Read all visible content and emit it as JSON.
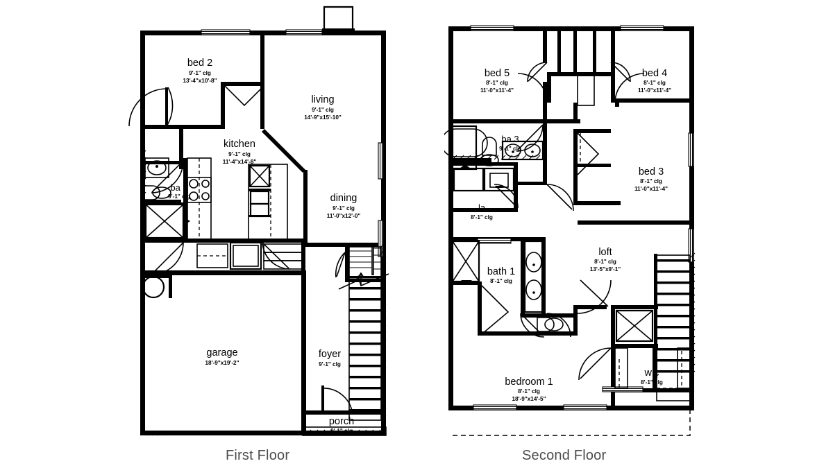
{
  "page": {
    "type": "residential-floor-plan",
    "background": "#ffffff",
    "line_color": "#000000",
    "title_color": "#4c4c4c"
  },
  "floors": [
    {
      "id": "first",
      "caption": "First Floor",
      "rooms": [
        {
          "key": "bed2",
          "name": "bed 2",
          "ceiling": "9'-1\" clg",
          "size": "13'-4\"x10'-8\""
        },
        {
          "key": "living",
          "name": "living",
          "ceiling": "9'-1\" clg",
          "size": "14'-9\"x15'-10\""
        },
        {
          "key": "kitchen",
          "name": "kitchen",
          "ceiling": "9'-1\" clg",
          "size": "11'-4\"x14'-8\""
        },
        {
          "key": "ba2",
          "name": "ba 2",
          "ceiling": "9'-1\" clg",
          "size": ""
        },
        {
          "key": "dining",
          "name": "dining",
          "ceiling": "9'-1\" clg",
          "size": "11'-0\"x12'-0\""
        },
        {
          "key": "garage",
          "name": "garage",
          "ceiling": "",
          "size": "18'-9\"x19'-2\""
        },
        {
          "key": "foyer",
          "name": "foyer",
          "ceiling": "9'-1\" clg",
          "size": ""
        },
        {
          "key": "porch",
          "name": "porch",
          "ceiling": "9'-1\" clg",
          "size": ""
        }
      ]
    },
    {
      "id": "second",
      "caption": "Second Floor",
      "rooms": [
        {
          "key": "bed5",
          "name": "bed 5",
          "ceiling": "8'-1\" clg",
          "size": "11'-0\"x11'-4\""
        },
        {
          "key": "bed4",
          "name": "bed 4",
          "ceiling": "8'-1\" clg",
          "size": "11'-0\"x11'-4\""
        },
        {
          "key": "ba3",
          "name": "ba 3",
          "ceiling": "9'-1\" clg",
          "size": ""
        },
        {
          "key": "bed3",
          "name": "bed 3",
          "ceiling": "8'-1\" clg",
          "size": "11'-0\"x11'-4\""
        },
        {
          "key": "la",
          "name": "la",
          "ceiling": "8'-1\" clg",
          "size": ""
        },
        {
          "key": "bath1",
          "name": "bath 1",
          "ceiling": "8'-1\" clg",
          "size": ""
        },
        {
          "key": "loft",
          "name": "loft",
          "ceiling": "8'-1\" clg",
          "size": "13'-5\"x9'-1\""
        },
        {
          "key": "bedroom1",
          "name": "bedroom 1",
          "ceiling": "8'-1\" clg",
          "size": "18'-9\"x14'-5\""
        },
        {
          "key": "wic",
          "name": "wic",
          "ceiling": "8'-1\" clg",
          "size": ""
        }
      ]
    }
  ]
}
